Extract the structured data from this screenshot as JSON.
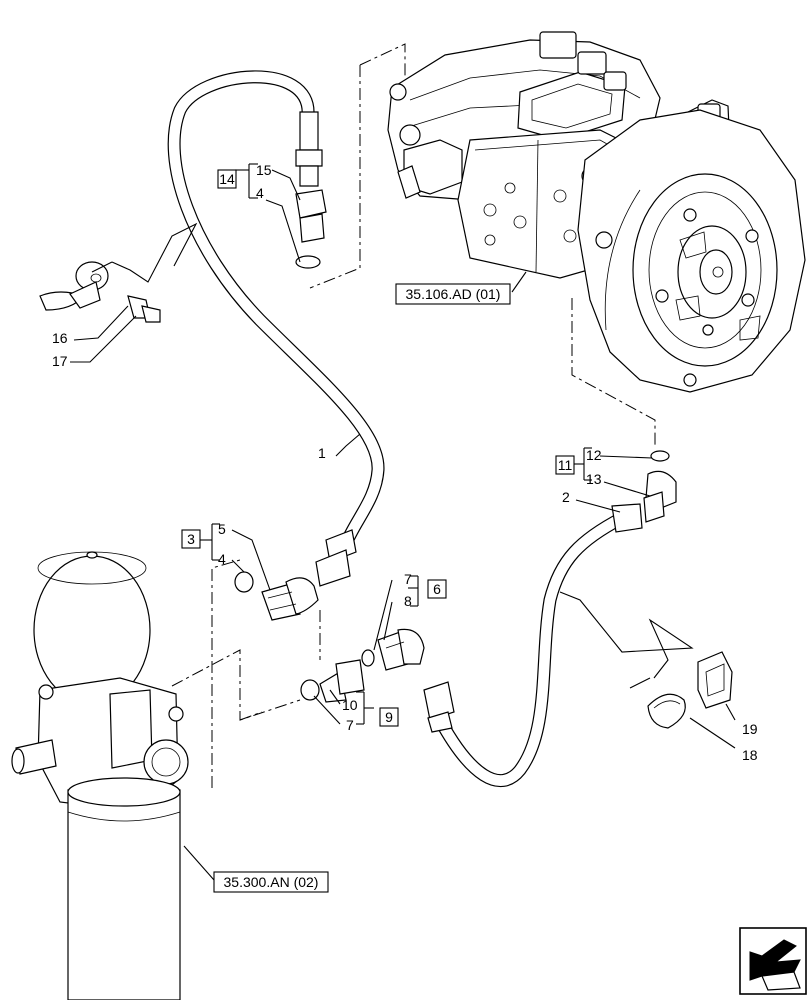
{
  "callouts": {
    "c1": "1",
    "c2": "2",
    "c3": "3",
    "c4a": "4",
    "c4b": "4",
    "c5": "5",
    "c6": "6",
    "c7a": "7",
    "c7b": "7",
    "c8": "8",
    "c9": "9",
    "c10": "10",
    "c11": "11",
    "c12": "12",
    "c13": "13",
    "c14": "14",
    "c15": "15",
    "c16": "16",
    "c17": "17",
    "c18": "18",
    "c19": "19"
  },
  "refs": {
    "transmission": "35.106.AD (01)",
    "filter": "35.300.AN (02)"
  },
  "icons": {
    "navigation": "arrow-icon"
  }
}
